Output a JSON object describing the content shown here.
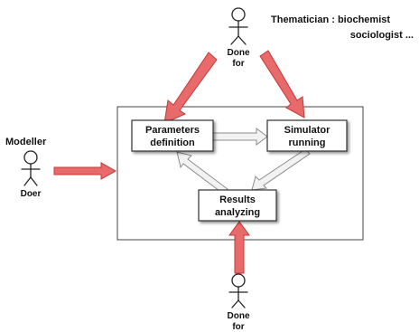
{
  "thematician": {
    "role_label": "Thematician : biochemist",
    "role_label_line2": "sociologist ..."
  },
  "top_actor": {
    "label_line1": "Done",
    "label_line2": "for"
  },
  "modeller": {
    "title": "Modeller",
    "label": "Doer"
  },
  "bottom_actor": {
    "label_line1": "Done",
    "label_line2": "for"
  },
  "boxes": {
    "parameters": {
      "line1": "Parameters",
      "line2": "definition"
    },
    "simulator": {
      "line1": "Simulator",
      "line2": "running"
    },
    "results": {
      "line1": "Results",
      "line2": "analyzing"
    }
  },
  "colors": {
    "red_arrow_fill": "#e86a6a",
    "red_arrow_stroke": "#c43838",
    "grey_arrow_fill": "#f2f2f2",
    "grey_arrow_stroke": "#8c8c8c",
    "box_border": "#333333",
    "container_border": "#444444"
  }
}
